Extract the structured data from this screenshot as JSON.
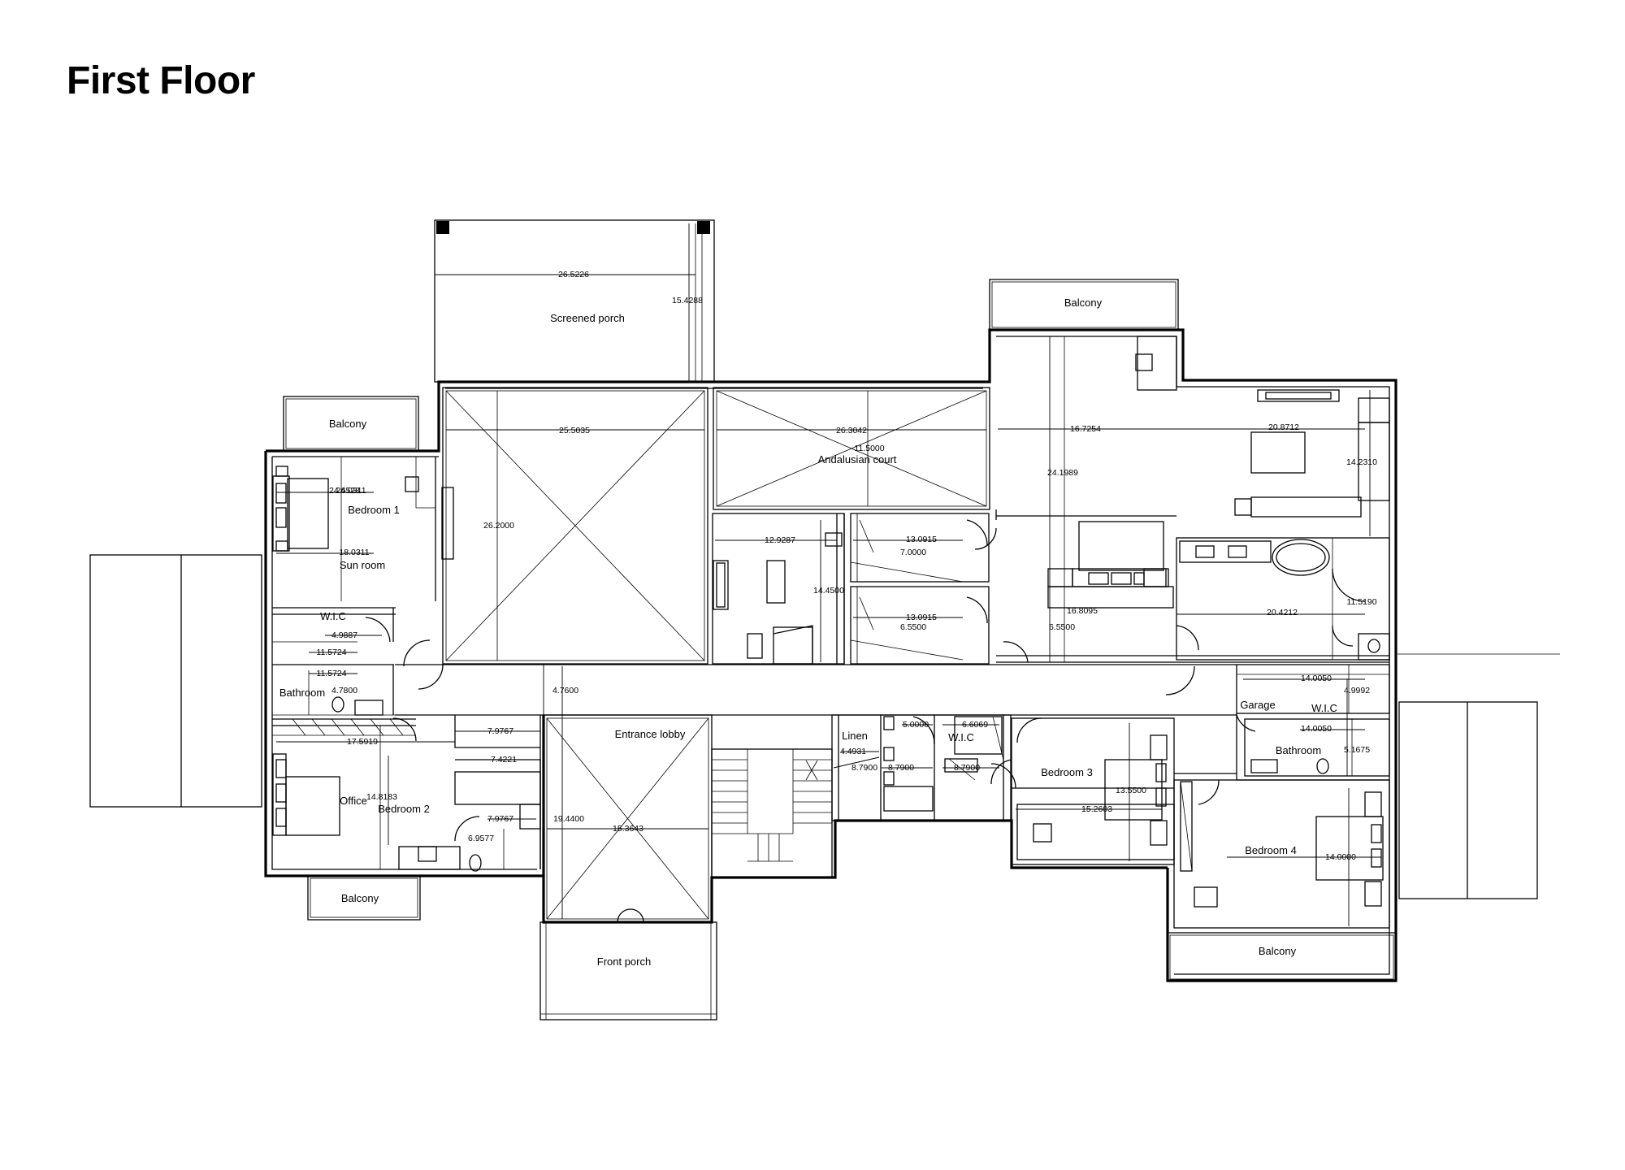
{
  "title": "First Floor",
  "rooms": [
    {
      "id": "screened-porch",
      "label": "Screened porch"
    },
    {
      "id": "balcony-top-right",
      "label": "Balcony"
    },
    {
      "id": "balcony-top-left",
      "label": "Balcony"
    },
    {
      "id": "bedroom-1",
      "label": "Bedroom 1"
    },
    {
      "id": "sun-room",
      "label": "Sun room"
    },
    {
      "id": "andalusian-court",
      "label": "Andalusian court"
    },
    {
      "id": "wic-left",
      "label": "W.I.C"
    },
    {
      "id": "bathroom-left",
      "label": "Bathroom"
    },
    {
      "id": "office",
      "label": "Office"
    },
    {
      "id": "bedroom-2",
      "label": "Bedroom 2"
    },
    {
      "id": "balcony-bottom-left",
      "label": "Balcony"
    },
    {
      "id": "entrance-lobby",
      "label": "Entrance lobby"
    },
    {
      "id": "front-porch",
      "label": "Front porch"
    },
    {
      "id": "linen",
      "label": "Linen"
    },
    {
      "id": "wic-center",
      "label": "W.I.C"
    },
    {
      "id": "bedroom-3",
      "label": "Bedroom 3"
    },
    {
      "id": "garage",
      "label": "Garage"
    },
    {
      "id": "wic-right",
      "label": "W.I.C"
    },
    {
      "id": "bathroom-right",
      "label": "Bathroom"
    },
    {
      "id": "bedroom-4",
      "label": "Bedroom 4"
    },
    {
      "id": "balcony-bottom-right",
      "label": "Balcony"
    }
  ],
  "dimensions": [
    "26.5226",
    "15.4288",
    "25.5035",
    "26.3042",
    "11.5000",
    "16.7254",
    "20.8712",
    "14.2310",
    "24.1989",
    "24.0311",
    "24.6528",
    "18.0311",
    "26.2000",
    "12.9287",
    "14.4500",
    "13.0915",
    "7.0000",
    "13.0915",
    "6.5500",
    "16.8095",
    "6.5500",
    "20.4212",
    "11.5190",
    "4.9887",
    "11.5724",
    "11.5724",
    "4.7800",
    "4.7600",
    "14.0050",
    "4.9992",
    "14.0050",
    "5.1675",
    "17.5919",
    "7.9767",
    "7.4221",
    "14.8183",
    "7.9767",
    "6.9577",
    "19.4400",
    "15.3643",
    "5.0000",
    "6.6069",
    "4.4931",
    "8.7900",
    "8.7900",
    "8.7900",
    "13.5500",
    "15.2603",
    "14.0000"
  ]
}
